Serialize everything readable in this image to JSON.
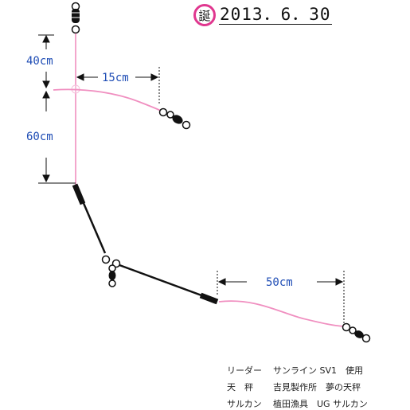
{
  "header": {
    "birth_badge": "誕",
    "date": "2013．6．30"
  },
  "dimensions": {
    "upper_arm": "40cm",
    "branch": "15cm",
    "lower_arm": "60cm",
    "main_line": "50cm"
  },
  "specs": [
    {
      "part": "リーダー",
      "value": "サンライン SV1　使用"
    },
    {
      "part": "天　秤",
      "value": "吉見製作所　夢の天秤"
    },
    {
      "part": "サルカン",
      "value": "植田漁具　UG サルカン"
    }
  ],
  "colors": {
    "leader": "#f08fc0",
    "rod": "#111111",
    "dimension_text": "#1f4db5",
    "badge": "#e0378f"
  }
}
